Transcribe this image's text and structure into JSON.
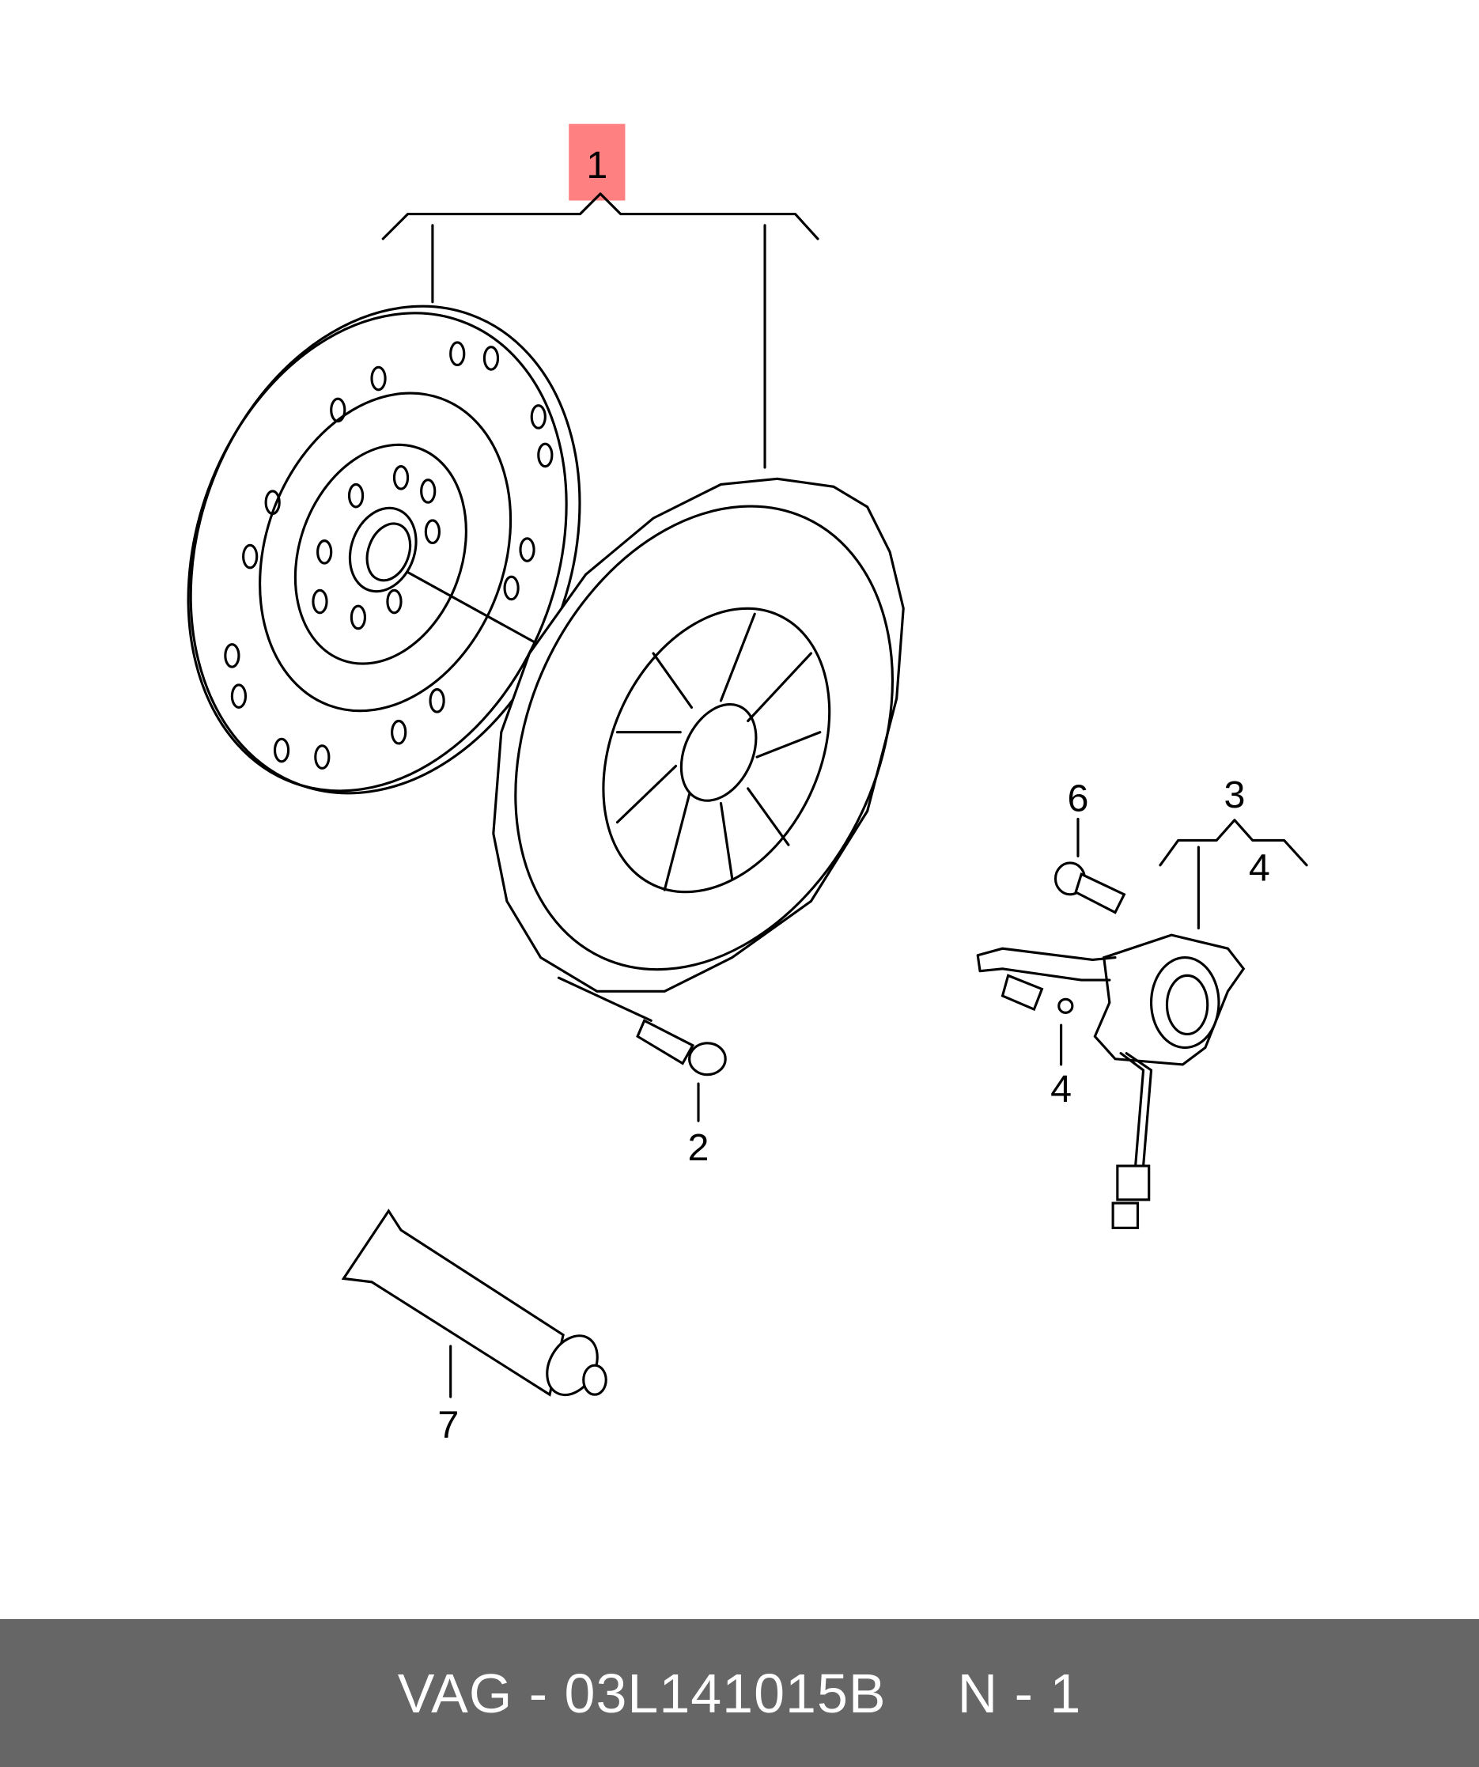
{
  "callouts": {
    "item1": "1",
    "item2": "2",
    "item3": "3",
    "item4a": "4",
    "item4b": "4",
    "item6": "6",
    "item7": "7"
  },
  "highlight_color": "#ff8080",
  "footer": {
    "part_number": "VAG - 03L141015B",
    "position": "N - 1"
  }
}
